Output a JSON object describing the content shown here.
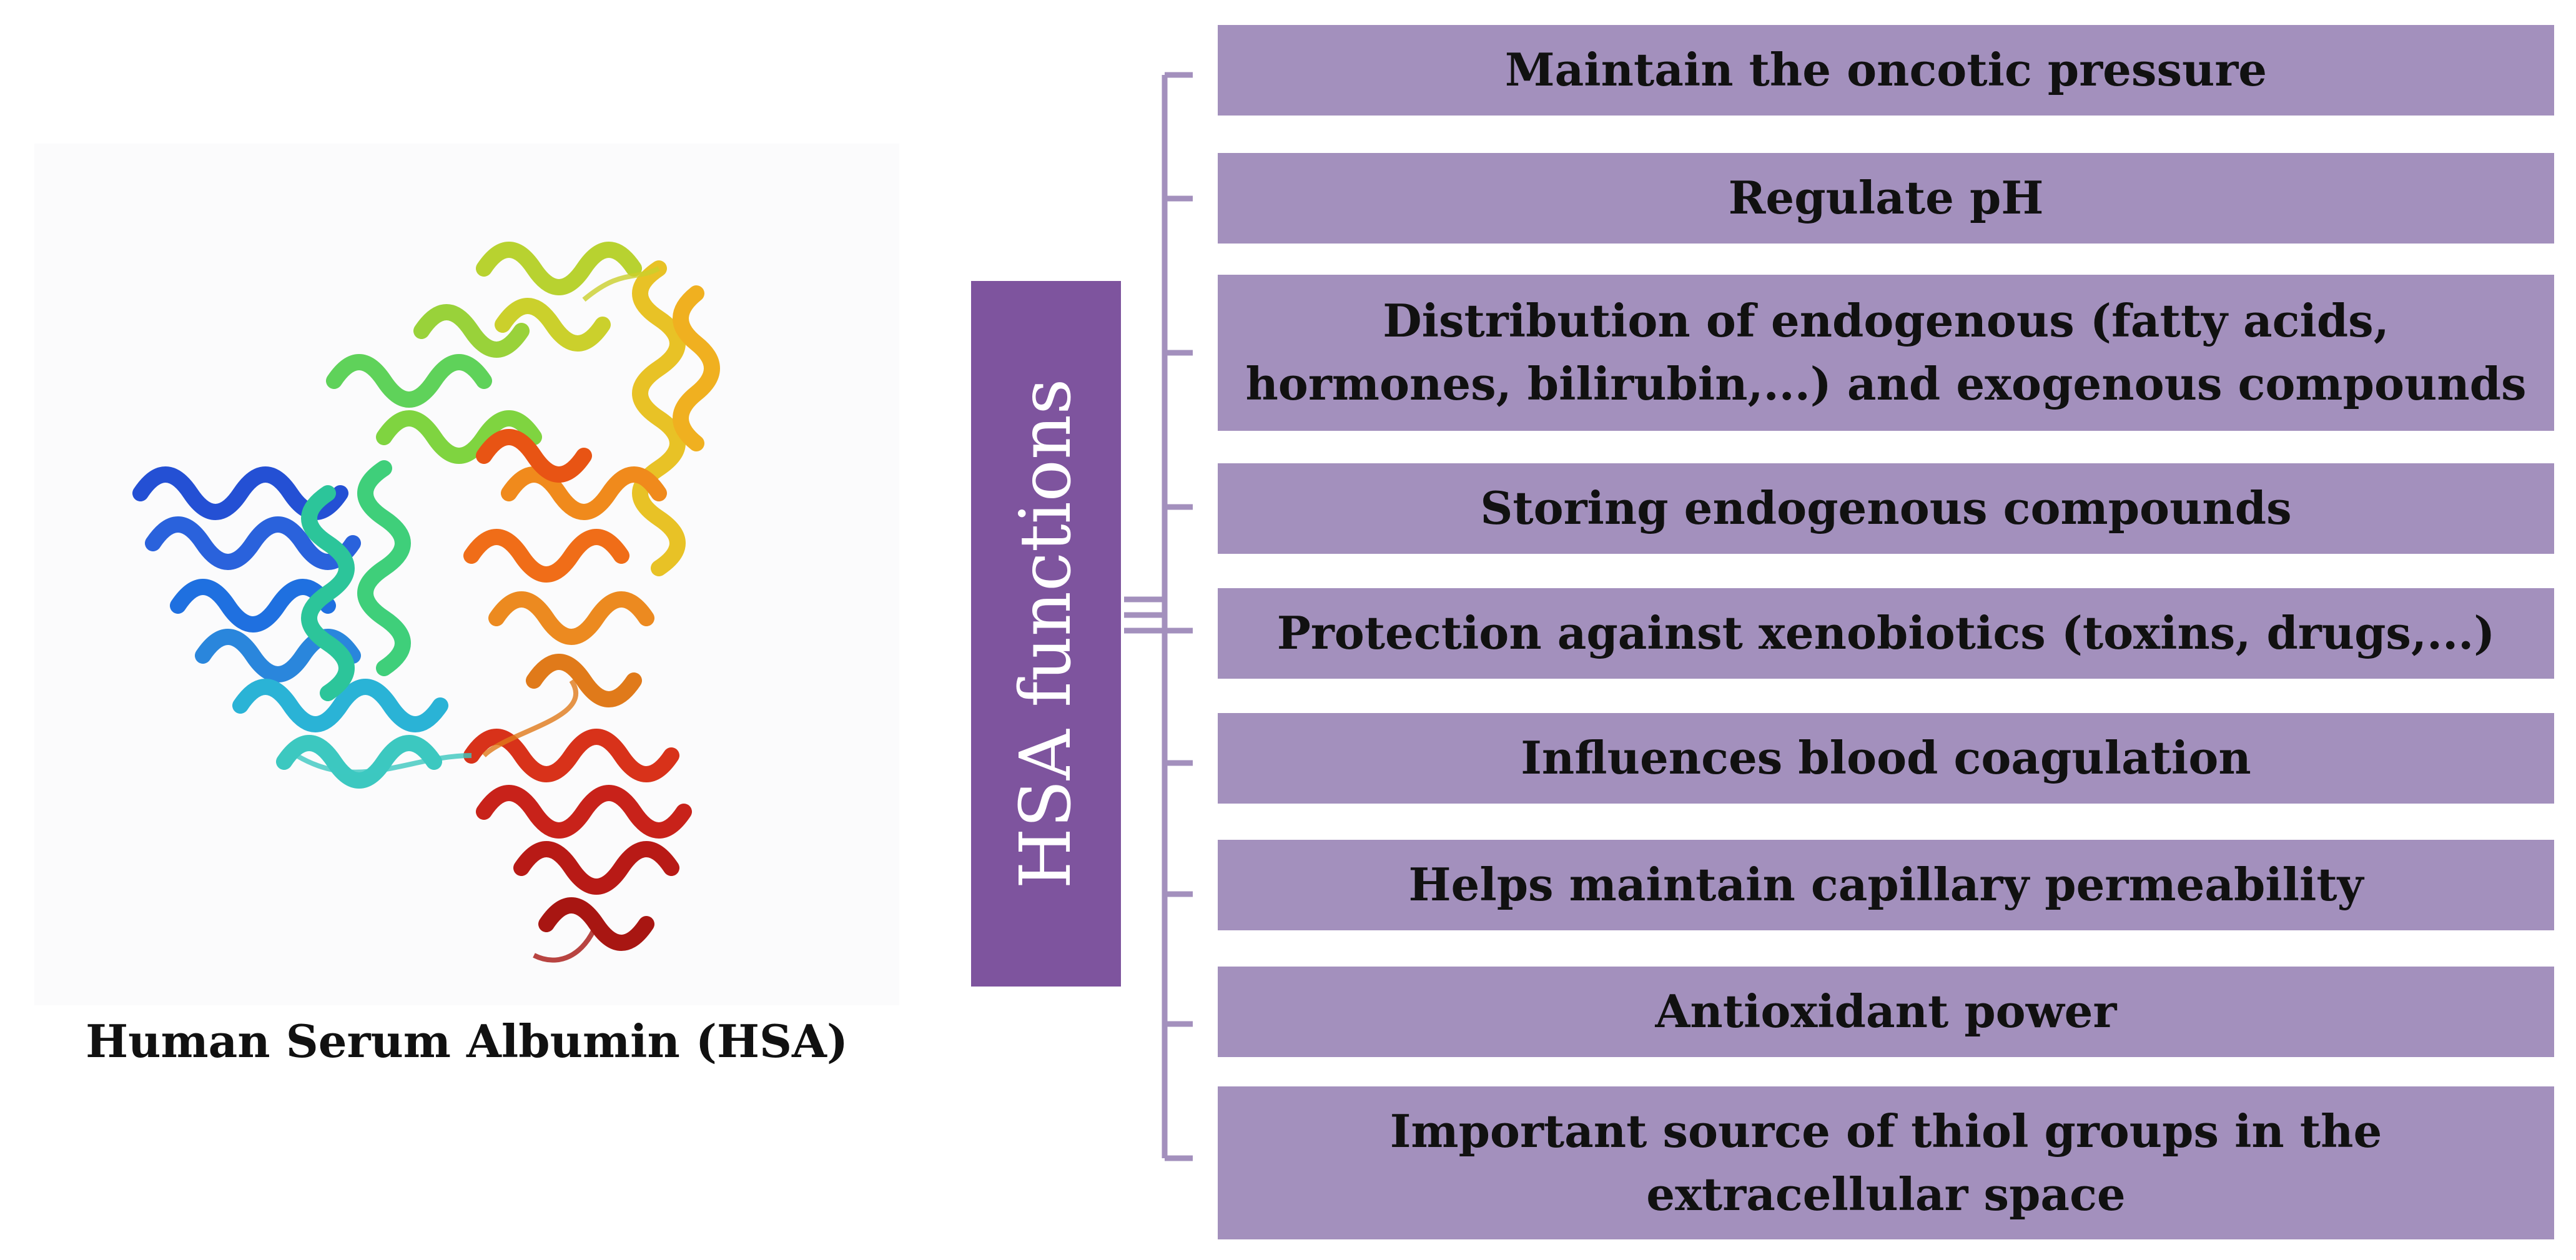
{
  "figure": {
    "protein_caption": "Human Serum Albumin (HSA)",
    "category_label": "HSA functions",
    "functions": [
      "Maintain the oncotic pressure",
      "Regulate pH",
      "Distribution of endogenous (fatty acids, hormones, bilirubin,...) and exogenous compounds",
      "Storing endogenous compounds",
      "Protection against xenobiotics (toxins, drugs,...)",
      "Influences blood coagulation",
      "Helps maintain capillary permeability",
      "Antioxidant power",
      "Important source of thiol groups in the extracellular space"
    ]
  },
  "colors": {
    "label_fill": "#7e549e",
    "box_fill": "#a390bd",
    "bracket_stroke": "#a390bd"
  },
  "icons": {
    "protein": "protein-ribbon-structure-icon"
  }
}
